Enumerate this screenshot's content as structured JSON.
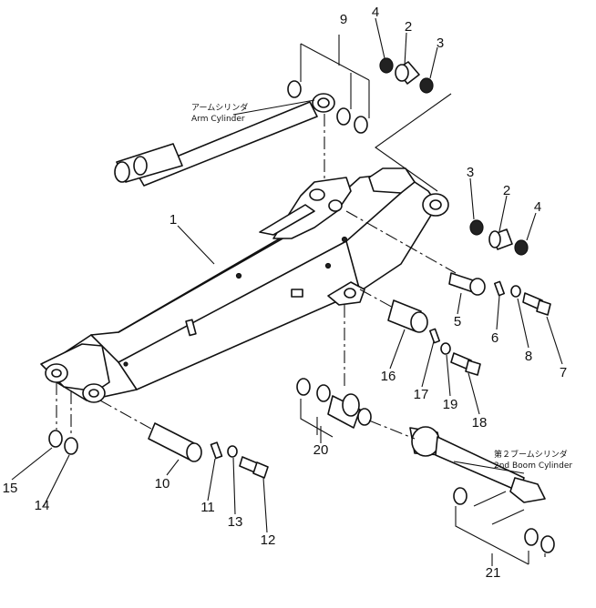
{
  "callouts": [
    {
      "id": "c1",
      "text": "1"
    },
    {
      "id": "c2a",
      "text": "2"
    },
    {
      "id": "c2b",
      "text": "2"
    },
    {
      "id": "c3a",
      "text": "3"
    },
    {
      "id": "c3b",
      "text": "3"
    },
    {
      "id": "c4a",
      "text": "4"
    },
    {
      "id": "c4b",
      "text": "4"
    },
    {
      "id": "c5",
      "text": "5"
    },
    {
      "id": "c6",
      "text": "6"
    },
    {
      "id": "c7",
      "text": "7"
    },
    {
      "id": "c8",
      "text": "8"
    },
    {
      "id": "c9",
      "text": "9"
    },
    {
      "id": "c10",
      "text": "10"
    },
    {
      "id": "c11",
      "text": "11"
    },
    {
      "id": "c12",
      "text": "12"
    },
    {
      "id": "c13",
      "text": "13"
    },
    {
      "id": "c14",
      "text": "14"
    },
    {
      "id": "c15",
      "text": "15"
    },
    {
      "id": "c16",
      "text": "16"
    },
    {
      "id": "c17",
      "text": "17"
    },
    {
      "id": "c18",
      "text": "18"
    },
    {
      "id": "c19",
      "text": "19"
    },
    {
      "id": "c20",
      "text": "20"
    },
    {
      "id": "c21",
      "text": "21"
    }
  ],
  "labels": {
    "arm_cylinder_jp": "アームシリンダ",
    "arm_cylinder_en": "Arm Cylinder",
    "boom_cylinder_jp": "第２ブームシリンダ",
    "boom_cylinder_en": "2nd Boom Cylinder"
  }
}
